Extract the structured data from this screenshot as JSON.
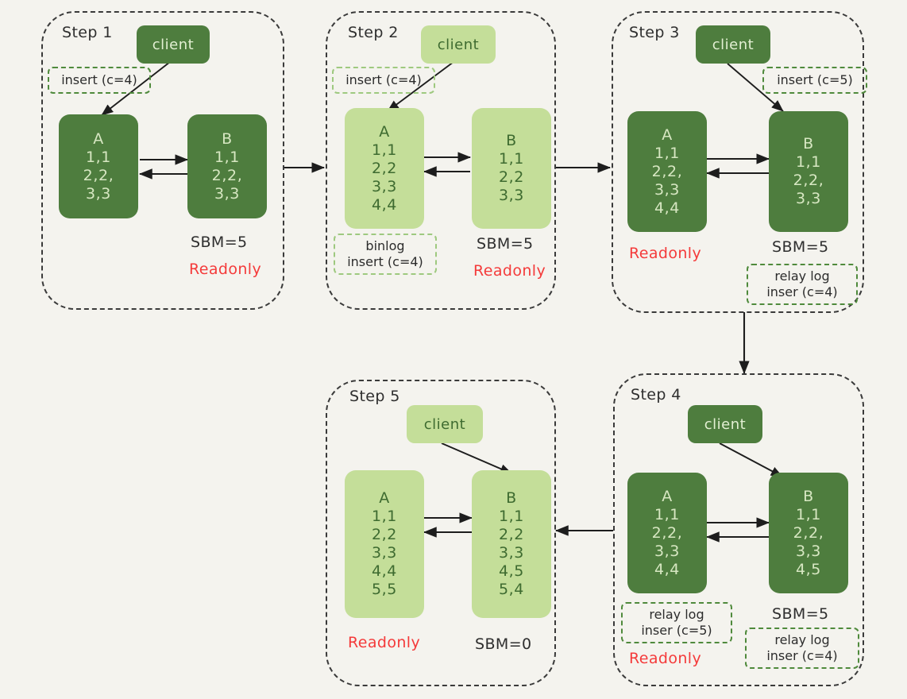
{
  "diagram": {
    "title": "MySQL master-slave replication readonly / SBM step diagram",
    "background": "#f4f3ee",
    "colors": {
      "dark_green": "#4e7d3e",
      "light_green": "#c4de99",
      "dark_text_on_green": "#d7e7c2",
      "light_text_on_green": "#3e6b30",
      "chip_border": "#4f8a3c",
      "chip_border_pale": "#9ec97f",
      "readonly_red": "#f43a3a",
      "panel_border": "#3a3a3a",
      "arrow": "#1d1d1d"
    }
  },
  "steps": [
    {
      "id": "step1",
      "title": "Step 1",
      "client": {
        "label": "client",
        "tone": "dark"
      },
      "chips": [
        {
          "name": "insert-chip",
          "lines": [
            "insert (c=4)"
          ],
          "tone": "normal"
        }
      ],
      "nodes": [
        {
          "name": "node-a",
          "header": "A",
          "tone": "dark",
          "rows": [
            "1,1",
            "2,2,",
            "3,3"
          ]
        },
        {
          "name": "node-b",
          "header": "B",
          "tone": "dark",
          "rows": [
            "1,1",
            "2,2,",
            "3,3"
          ]
        }
      ],
      "status": {
        "sbm": "SBM=5",
        "readonly": "Readonly"
      }
    },
    {
      "id": "step2",
      "title": "Step 2",
      "client": {
        "label": "client",
        "tone": "light"
      },
      "chips": [
        {
          "name": "insert-chip",
          "lines": [
            "insert (c=4)"
          ],
          "tone": "pale"
        },
        {
          "name": "binlog-chip",
          "lines": [
            "binlog",
            "insert (c=4)"
          ],
          "tone": "pale"
        }
      ],
      "nodes": [
        {
          "name": "node-a",
          "header": "A",
          "tone": "light",
          "rows": [
            "1,1",
            "2,2",
            "3,3",
            "4,4"
          ]
        },
        {
          "name": "node-b",
          "header": "B",
          "tone": "light",
          "rows": [
            "1,1",
            "2,2",
            "3,3"
          ]
        }
      ],
      "status": {
        "sbm": "SBM=5",
        "readonly": "Readonly"
      }
    },
    {
      "id": "step3",
      "title": "Step 3",
      "client": {
        "label": "client",
        "tone": "dark"
      },
      "chips": [
        {
          "name": "insert-chip",
          "lines": [
            "insert (c=5)"
          ],
          "tone": "normal"
        },
        {
          "name": "relay-log-chip",
          "lines": [
            "relay log",
            "inser (c=4)"
          ],
          "tone": "normal"
        }
      ],
      "nodes": [
        {
          "name": "node-a",
          "header": "A",
          "tone": "dark",
          "rows": [
            "1,1",
            "2,2,",
            "3,3",
            "4,4"
          ]
        },
        {
          "name": "node-b",
          "header": "B",
          "tone": "dark",
          "rows": [
            "1,1",
            "2,2,",
            "3,3"
          ]
        }
      ],
      "status": {
        "sbm": "SBM=5",
        "readonly": "Readonly"
      }
    },
    {
      "id": "step4",
      "title": "Step 4",
      "client": {
        "label": "client",
        "tone": "dark"
      },
      "chips": [
        {
          "name": "relay-log-chip-a",
          "lines": [
            "relay log",
            "inser (c=5)"
          ],
          "tone": "normal"
        },
        {
          "name": "relay-log-chip-b",
          "lines": [
            "relay log",
            "inser (c=4)"
          ],
          "tone": "normal"
        }
      ],
      "nodes": [
        {
          "name": "node-a",
          "header": "A",
          "tone": "dark",
          "rows": [
            "1,1",
            "2,2,",
            "3,3",
            "4,4"
          ]
        },
        {
          "name": "node-b",
          "header": "B",
          "tone": "dark",
          "rows": [
            "1,1",
            "2,2,",
            "3,3",
            "4,5"
          ]
        }
      ],
      "status": {
        "sbm": "SBM=5",
        "readonly": "Readonly"
      }
    },
    {
      "id": "step5",
      "title": "Step 5",
      "client": {
        "label": "client",
        "tone": "light"
      },
      "chips": [],
      "nodes": [
        {
          "name": "node-a",
          "header": "A",
          "tone": "light",
          "rows": [
            "1,1",
            "2,2",
            "3,3",
            "4,4",
            "5,5"
          ]
        },
        {
          "name": "node-b",
          "header": "B",
          "tone": "light",
          "rows": [
            "1,1",
            "2,2",
            "3,3",
            "4,5",
            "5,4"
          ]
        }
      ],
      "status": {
        "sbm": "SBM=0",
        "readonly": "Readonly"
      }
    }
  ],
  "flow": [
    {
      "name": "step1-to-step2",
      "direction": "right"
    },
    {
      "name": "step2-to-step3",
      "direction": "right"
    },
    {
      "name": "step3-to-step4",
      "direction": "down"
    },
    {
      "name": "step4-to-step5",
      "direction": "left"
    }
  ]
}
